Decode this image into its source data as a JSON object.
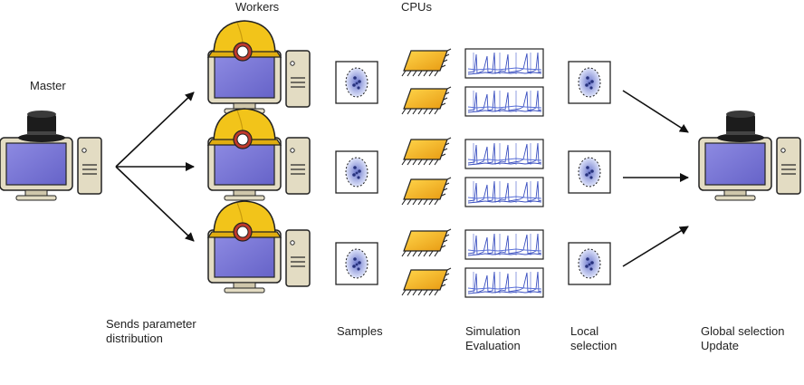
{
  "labels": {
    "workers": "Workers",
    "cpus": "CPUs",
    "master": "Master",
    "sends_line1": "Sends parameter",
    "sends_line2": "distribution",
    "samples": "Samples",
    "sim_line1": "Simulation",
    "sim_line2": "Evaluation",
    "local_line1": "Local",
    "local_line2": "selection",
    "global_line1": "Global selection",
    "global_line2": "Update"
  },
  "colors": {
    "screen": "#7b78d6",
    "case": "#e3dcc3",
    "hard_hat": "#f2c41a",
    "top_hat": "#1c1c1c",
    "cpu_chip": "#f4b61e",
    "trace": "#3a4fc0",
    "sample_fill": "#b9c2ee",
    "sample_dot": "#27327d"
  },
  "icons": {
    "master": "computer-top-hat-icon",
    "worker": "computer-hard-hat-icon",
    "cpu": "cpu-chip-icon",
    "sample": "sample-distribution-icon",
    "trace": "simulation-trace-icon",
    "arrow": "arrow-icon"
  }
}
